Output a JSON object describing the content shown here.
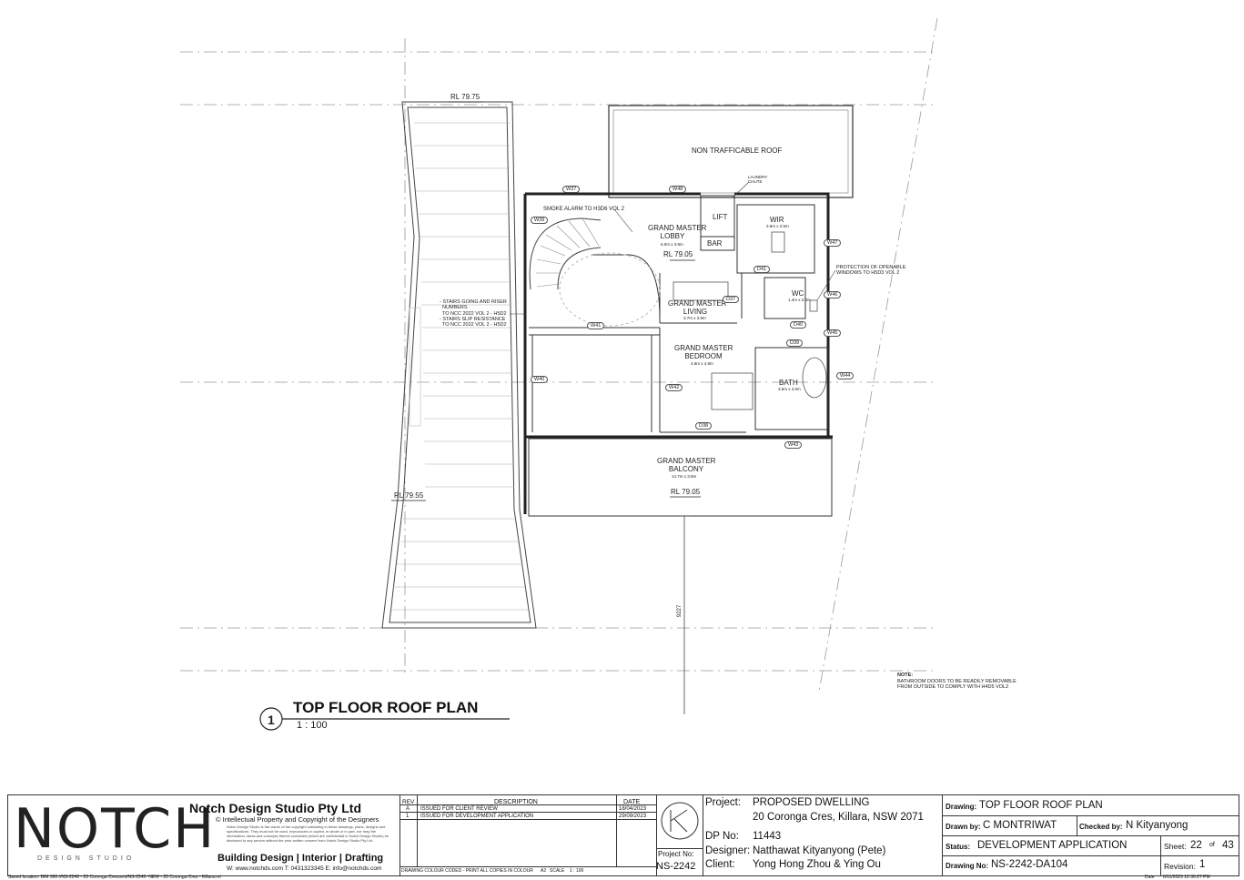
{
  "plan": {
    "number": "1",
    "title": "TOP FLOOR ROOF PLAN",
    "scale": "1 : 100"
  },
  "rooms": {
    "non_trafficable_roof": "NON TRAFFICABLE ROOF",
    "laundry_chute": "LAUNDRY\nCHUTE",
    "lift": "LIFT",
    "bar": "BAR",
    "wir": "WIR",
    "wir_size": "3.6m x 3.5m",
    "wc": "WC",
    "wc_size": "1.4m x 2.2m",
    "bath": "BATH",
    "bath_size": "3.5m x 4.0m",
    "lobby": "GRAND MASTER\nLOBBY",
    "lobby_size": "6.0m x 3.9m",
    "living": "GRAND MASTER\nLIVING",
    "living_size": "3.7m x 3.9m",
    "bedroom": "GRAND MASTER\nBEDROOM",
    "bedroom_size": "4.6m x 4.8m",
    "balcony": "GRAND MASTER\nBALCONY",
    "balcony_size": "14.7m x 3.8m"
  },
  "levels": {
    "rl_top": "RL 79.75",
    "rl_lower": "RL 79.55",
    "rl_lobby": "RL 79.05",
    "rl_balcony": "RL 79.05"
  },
  "dimension": "9227",
  "notes": {
    "smoke_alarm": "SMOKE ALARM TO H3D6 VOL 2",
    "protection": "PROTECTION OF OPENABLE\nWINDOWS TO H5D3 VOL 2",
    "stairs": "- STAIRS GOING AND RISER\n  NUMBERS\n  TO NCC 2022 VOL 2 - H5D2\n- STAIRS SLIP RESISTANCE\n  TO NCC 2022 VOL 2 - H5D2",
    "note_title": "NOTE:",
    "note_body": "BATHROOM DOORS TO BE READILY REMOVABLE\nFROM OUTSIDE TO COMPLY WITH H4D5 VOL2"
  },
  "tags": [
    "W37",
    "W48",
    "W39",
    "W47",
    "D41",
    "W46",
    "D37",
    "D40",
    "W41",
    "W45",
    "D39",
    "W40",
    "W42",
    "W44",
    "D38",
    "W43"
  ],
  "title_block": {
    "logo": "NOTCH",
    "logo_sub": "DESIGN STUDIO",
    "company": "Notch Design Studio Pty Ltd",
    "copyright": "© Intellectual Property and Copyright of the Designers",
    "fineprint": "Notch Design Studio is the owner of the copyright subsisting in these drawings, plans, designs and specifications. They must not be used, reproduced or copied, in whole or in part, nor may the information, ideas and concepts therein contained (which are confidential to Notch Design Studio) be disclosed to any person without the prior written consent from Notch Design Studio Pty Ltd.",
    "services": "Building Design | Interior | Drafting",
    "contact": "W: www.notchds.com  T: 0431323345  E: info@notchds.com",
    "saved_location": "Saved location:  BIM 360://NS-2242 - 20 Coronga Crescent/NS-2242- NEW - 20 Coronga Cres - Killara.rvt",
    "rev_header": "REV",
    "desc_header": "DESCRIPTION",
    "date_header": "DATE",
    "revisions": [
      {
        "rev": "A",
        "desc": "ISSUED FOR CLIENT REVIEW",
        "date": "18/04/2023"
      },
      {
        "rev": "1",
        "desc": "ISSUED FOR DEVELOPMENT APPLICATION",
        "date": "29/09/2023"
      }
    ],
    "colour_note": "DRAWING COLOUR CODED - PRINT ALL COPIES IN COLOUR",
    "paper": "A2",
    "scale_label": "SCALE",
    "scale_value": "1 : 100",
    "project_no_label": "Project No:",
    "project_no": "NS-2242",
    "project_label": "Project:",
    "project": "PROPOSED DWELLING",
    "address": "20 Coronga Cres, Killara, NSW 2071",
    "dp_label": "DP No:",
    "dp": "11443",
    "designer_label": "Designer:",
    "designer": "Natthawat Kityanyong (Pete)",
    "client_label": "Client:",
    "client": "Yong Hong Zhou & Ying Ou",
    "drawing_label": "Drawing:",
    "drawing": "TOP FLOOR ROOF PLAN",
    "drawn_by_label": "Drawn by:",
    "drawn_by": "C MONTRIWAT",
    "checked_by_label": "Checked by:",
    "checked_by": "N Kityanyong",
    "status_label": "Status:",
    "status": "DEVELOPMENT APPLICATION",
    "sheet_label": "Sheet:",
    "sheet": "22",
    "of_label": "of",
    "sheet_total": "43",
    "drawing_no_label": "Drawing No:",
    "drawing_no": "NS-2242-DA104",
    "revision_label": "Revision:",
    "revision": "1",
    "date_label": "Date",
    "date": "6/11/2023 12:30:27 PM"
  }
}
